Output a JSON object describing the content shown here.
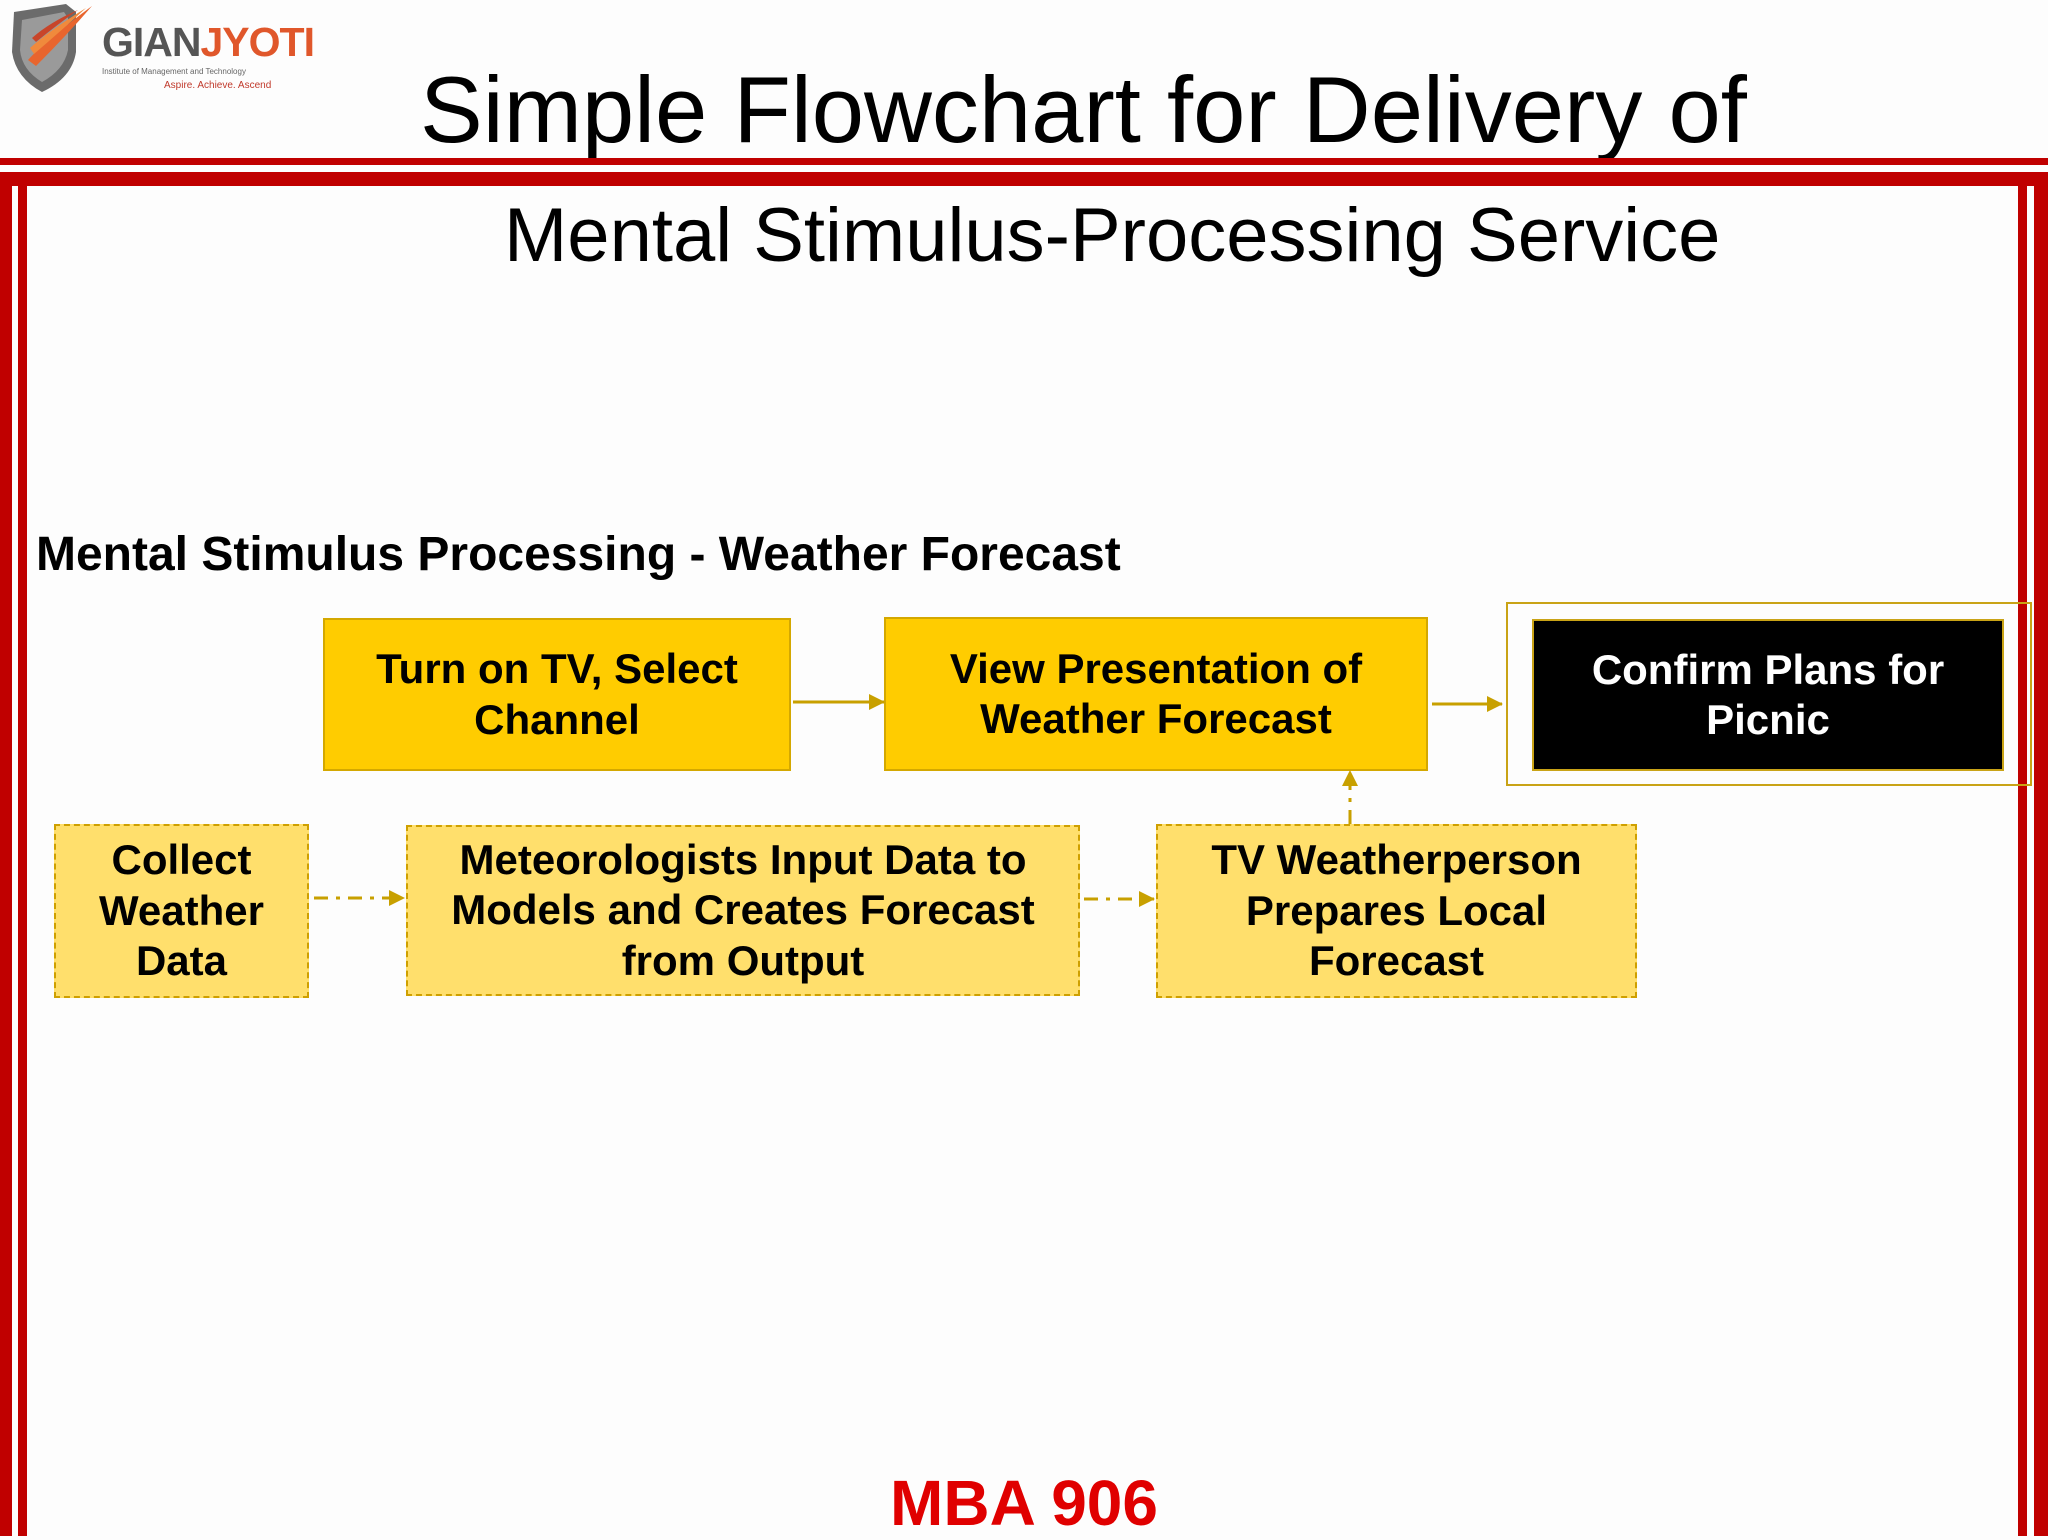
{
  "logo": {
    "name_part1": "GIAN",
    "name_part2": "JYOTI",
    "subtitle": "Institute of Management and Technology",
    "tagline": "Aspire. Achieve. Ascend"
  },
  "title": "Simple Flowchart for Delivery of",
  "subtitle": "Mental Stimulus-Processing Service",
  "section_heading": "Mental Stimulus Processing - Weather Forecast",
  "nodes": {
    "turn_on_tv": "Turn on TV, Select Channel",
    "view_presentation": "View Presentation of Weather Forecast",
    "confirm_plans": "Confirm Plans for Picnic",
    "collect_data": "Collect Weather Data",
    "meteorologists": "Meteorologists Input Data to Models and Creates Forecast from Output",
    "tv_weatherperson": "TV Weatherperson Prepares Local Forecast"
  },
  "footer": "MBA 906",
  "colors": {
    "frame_red": "#c00000",
    "solid_box": "#ffcc00",
    "dashed_box": "#ffdf6c",
    "arrow": "#c8a000",
    "footer_red": "#e00000"
  }
}
